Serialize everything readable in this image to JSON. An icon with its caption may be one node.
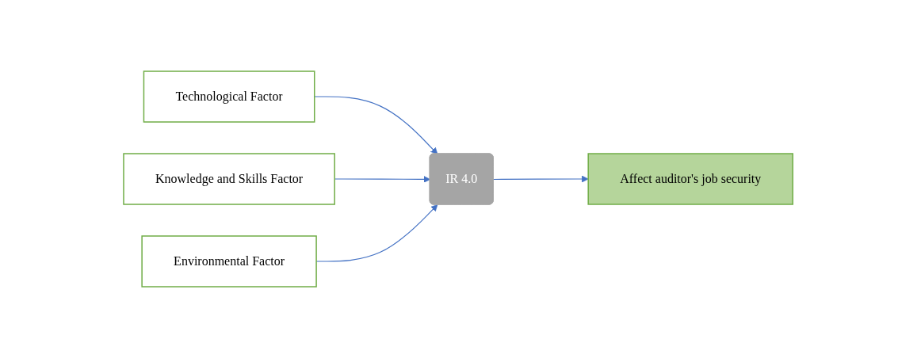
{
  "diagram": {
    "nodes": [
      {
        "text": [
          "Technological Factor"
        ]
      },
      {
        "text": [
          "Knowledge and Skills Factor"
        ]
      },
      {
        "text": [
          "Environmental Factor"
        ]
      },
      {
        "text": [
          "IR 4.0"
        ]
      },
      {
        "text": [
          "Affect auditor's job security"
        ]
      }
    ],
    "edges": [
      {
        "from": 0,
        "to": 3,
        "arrow": "to"
      },
      {
        "from": 1,
        "to": 3,
        "arrow": "to"
      },
      {
        "from": 2,
        "to": 3,
        "arrow": "to"
      },
      {
        "from": 3,
        "to": 4,
        "arrow": "to"
      }
    ]
  }
}
